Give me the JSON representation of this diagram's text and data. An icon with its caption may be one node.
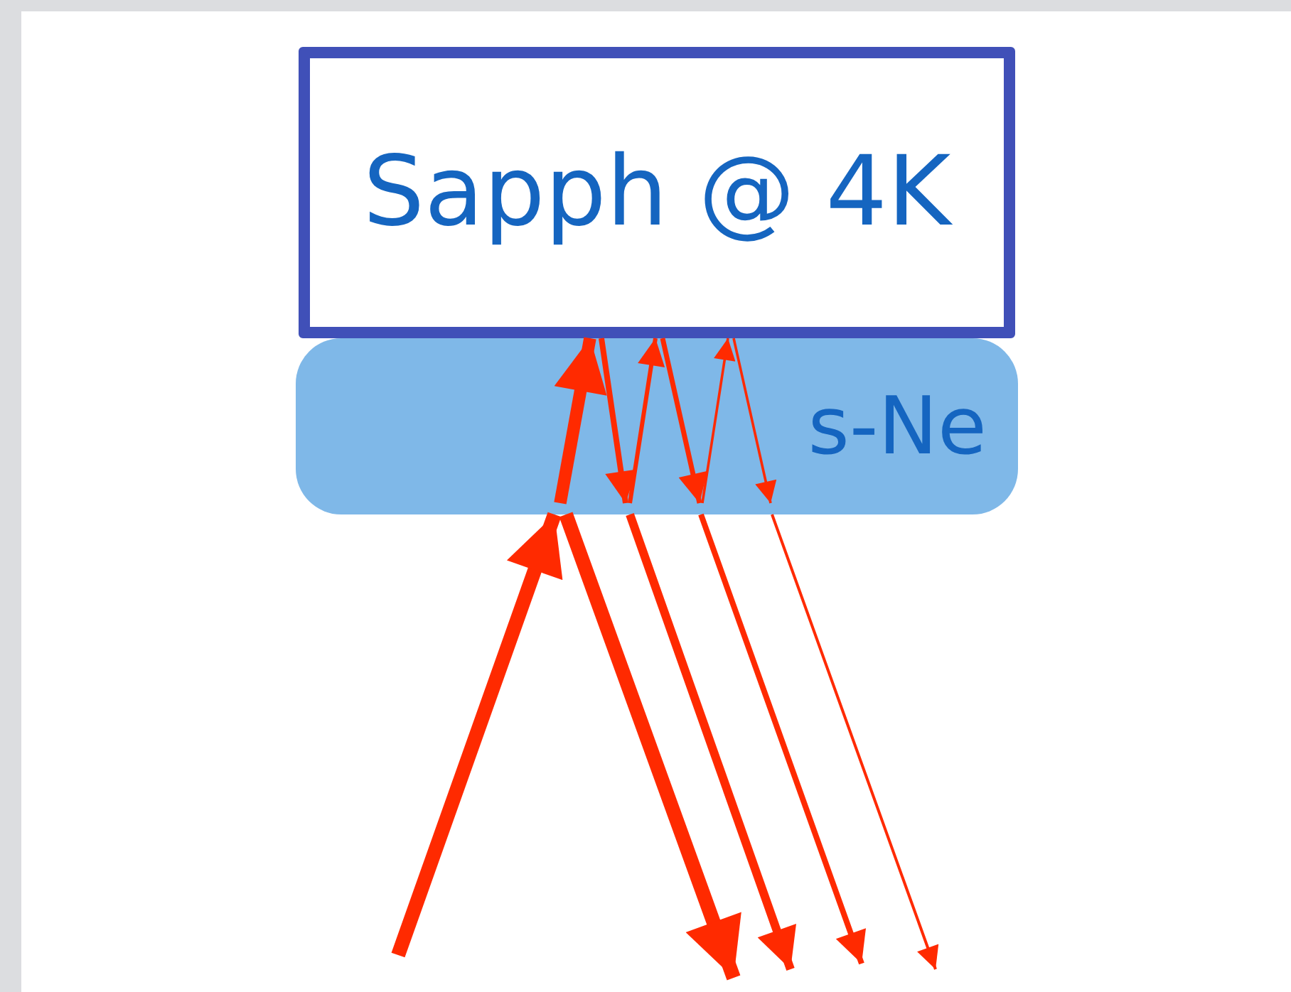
{
  "diagram": {
    "nodes": [
      {
        "text": [
          "Sapph @ 4K"
        ]
      },
      {
        "text": [
          "s-Ne"
        ]
      }
    ],
    "edges": [
      {
        "from": null,
        "to": 1,
        "arrow": "to",
        "style": "thick"
      },
      {
        "from": 1,
        "to": 0,
        "arrow": "to",
        "style": "thick"
      },
      {
        "from": 0,
        "to": 1,
        "arrow": "to"
      },
      {
        "from": 1,
        "to": 0,
        "arrow": "to"
      },
      {
        "from": 0,
        "to": 1,
        "arrow": "to"
      },
      {
        "from": 1,
        "to": 0,
        "arrow": "to"
      },
      {
        "from": 0,
        "to": 1,
        "arrow": "to"
      },
      {
        "from": 1,
        "to": null,
        "arrow": "to",
        "style": "thick"
      },
      {
        "from": 1,
        "to": null,
        "arrow": "to"
      },
      {
        "from": 1,
        "to": null,
        "arrow": "to"
      },
      {
        "from": 1,
        "to": null,
        "arrow": "to"
      }
    ]
  }
}
